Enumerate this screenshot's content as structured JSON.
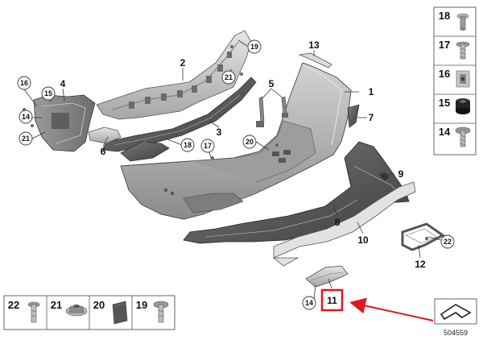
{
  "diagram_id": "504559",
  "highlight_color": "#e0161a",
  "callouts": {
    "c1": "1",
    "c2": "2",
    "c3": "3",
    "c4": "4",
    "c5": "5",
    "c6": "6",
    "c7": "7",
    "c8": "8",
    "c9": "9",
    "c10": "10",
    "c11": "11",
    "c12": "12",
    "c13": "13",
    "c14a": "14",
    "c14b": "14",
    "c15": "15",
    "c16": "16",
    "c17": "17",
    "c18": "18",
    "c19": "19",
    "c20": "20",
    "c21a": "21",
    "c21b": "21",
    "c22": "22"
  },
  "legend_right": [
    "18",
    "17",
    "16",
    "15",
    "14"
  ],
  "legend_bottom": [
    "22",
    "21",
    "20",
    "19"
  ],
  "icons": {
    "legend_18": "clip-icon",
    "legend_17": "screw-icon",
    "legend_16": "nut-clip-icon",
    "legend_15": "grommet-icon",
    "legend_14": "screw-icon",
    "legend_22": "bolt-icon",
    "legend_21": "nut-icon",
    "legend_20": "pad-icon",
    "legend_19": "flange-screw-icon",
    "orientation": "car-direction-icon"
  }
}
